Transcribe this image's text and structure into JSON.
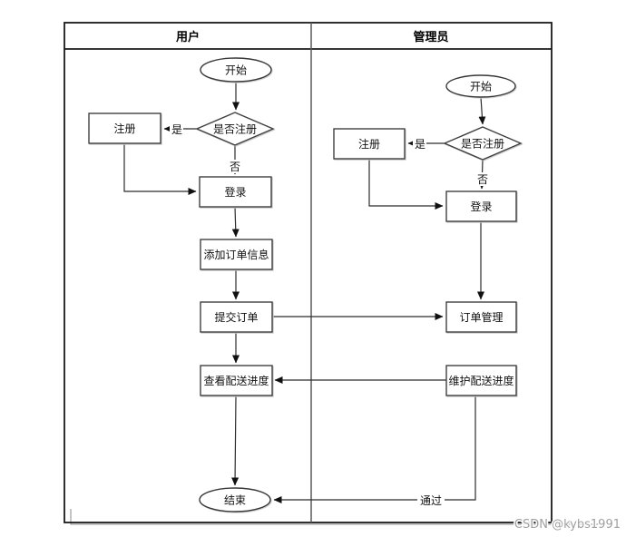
{
  "lanes": [
    {
      "label": "用户"
    },
    {
      "label": "管理员"
    }
  ],
  "nodes": {
    "user_start": {
      "label": "开始",
      "type": "terminator"
    },
    "user_check": {
      "label": "是否注册",
      "type": "decision"
    },
    "user_register": {
      "label": "注册",
      "type": "process"
    },
    "user_login": {
      "label": "登录",
      "type": "process"
    },
    "user_add_order": {
      "label": "添加订单信息",
      "type": "process"
    },
    "user_submit_order": {
      "label": "提交订单",
      "type": "process"
    },
    "user_view_delivery": {
      "label": "查看配送进度",
      "type": "process"
    },
    "user_end": {
      "label": "结束",
      "type": "terminator"
    },
    "admin_start": {
      "label": "开始",
      "type": "terminator"
    },
    "admin_check": {
      "label": "是否注册",
      "type": "decision"
    },
    "admin_register": {
      "label": "注册",
      "type": "process"
    },
    "admin_login": {
      "label": "登录",
      "type": "process"
    },
    "admin_order_manage": {
      "label": "订单管理",
      "type": "process"
    },
    "admin_maintain_delivery": {
      "label": "维护配送进度",
      "type": "process"
    }
  },
  "edge_labels": {
    "user_yes": "是",
    "user_no": "否",
    "admin_yes": "是",
    "admin_no": "否",
    "pass": "通过"
  },
  "watermark": "CSDN @kybs1991",
  "colors": {
    "line": "#2b2b2b",
    "node_border": "#404040",
    "frame": "#1a1a1a",
    "watermark": "#a0a0a0",
    "background": "#ffffff"
  }
}
